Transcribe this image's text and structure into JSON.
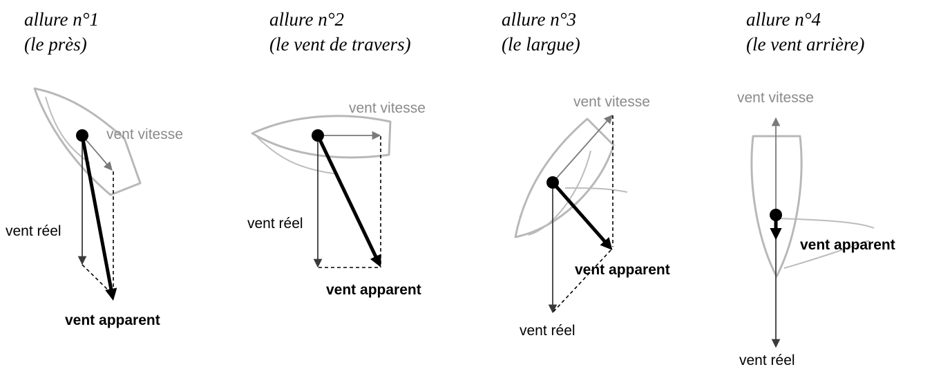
{
  "panels": [
    {
      "title_line1": "allure n°1",
      "title_line2": "(le près)",
      "label_speed_wind": "vent vitesse",
      "label_true_wind": "vent réel",
      "label_apparent_wind": "vent apparent"
    },
    {
      "title_line1": "allure n°2",
      "title_line2": "(le vent de travers)",
      "label_speed_wind": "vent vitesse",
      "label_true_wind": "vent réel",
      "label_apparent_wind": "vent apparent"
    },
    {
      "title_line1": "allure n°3",
      "title_line2": "(le largue)",
      "label_speed_wind": "vent vitesse",
      "label_true_wind": "vent réel",
      "label_apparent_wind": "vent apparent"
    },
    {
      "title_line1": "allure n°4",
      "title_line2": "(le vent arrière)",
      "label_speed_wind": "vent vitesse",
      "label_true_wind": "vent réel",
      "label_apparent_wind": "vent apparent"
    }
  ],
  "colors": {
    "boat_outline": "#b8b8b8",
    "speed_wind_arrow": "#7a7a7a",
    "true_wind_arrow": "#3a3a3a",
    "apparent_wind_arrow": "#000000"
  }
}
